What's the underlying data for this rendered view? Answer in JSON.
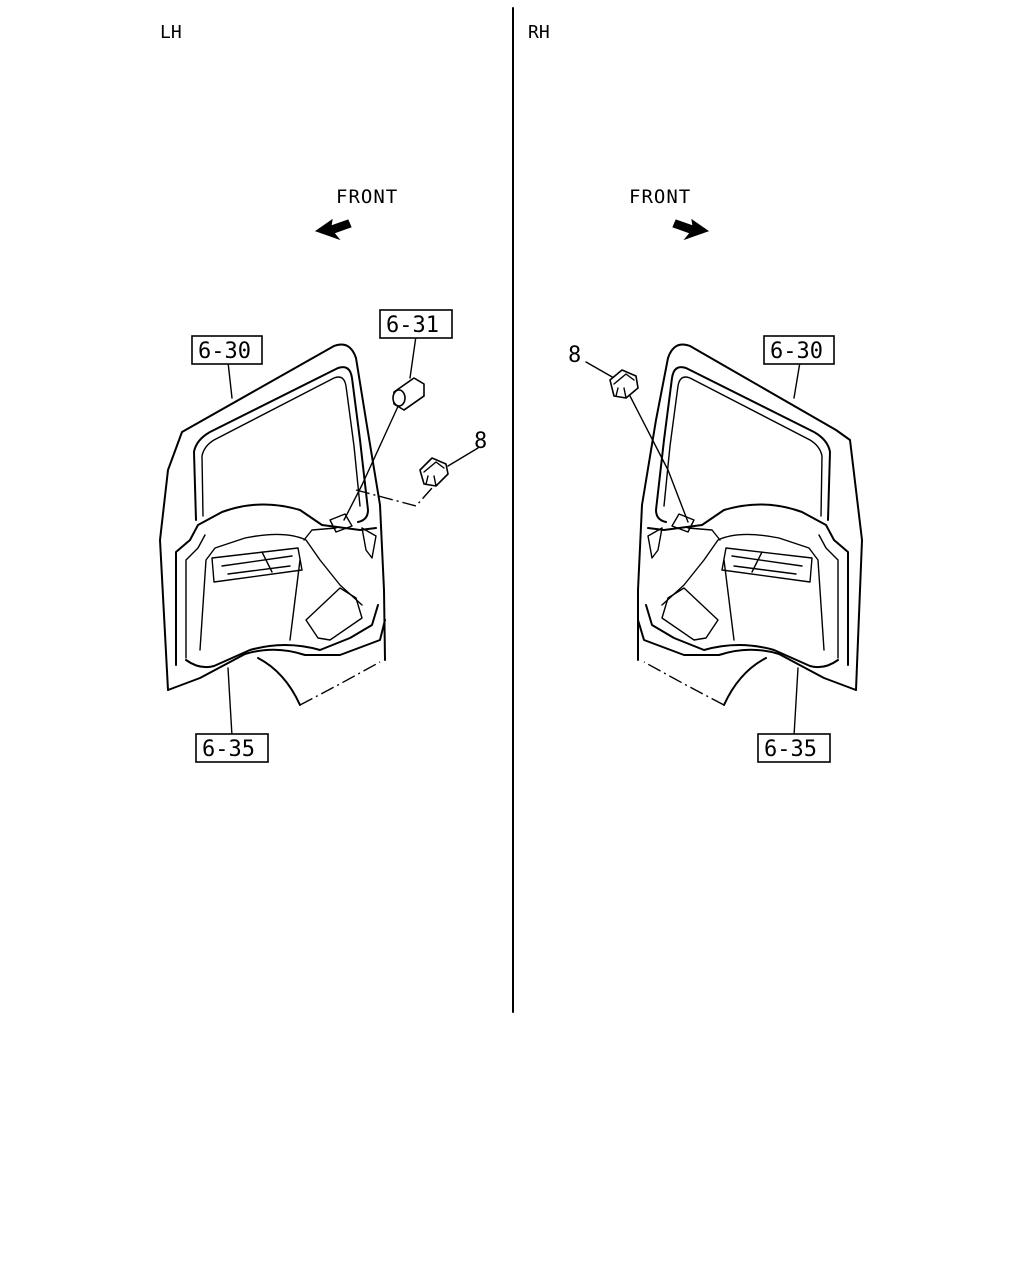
{
  "left": {
    "side_label": "LH",
    "front_label": "FRONT",
    "ref_top": "6-30",
    "ref_clip": "6-31",
    "ref_bottom": "6-35",
    "part_number": "8"
  },
  "right": {
    "side_label": "RH",
    "front_label": "FRONT",
    "ref_top": "6-30",
    "ref_bottom": "6-35",
    "part_number": "8"
  }
}
